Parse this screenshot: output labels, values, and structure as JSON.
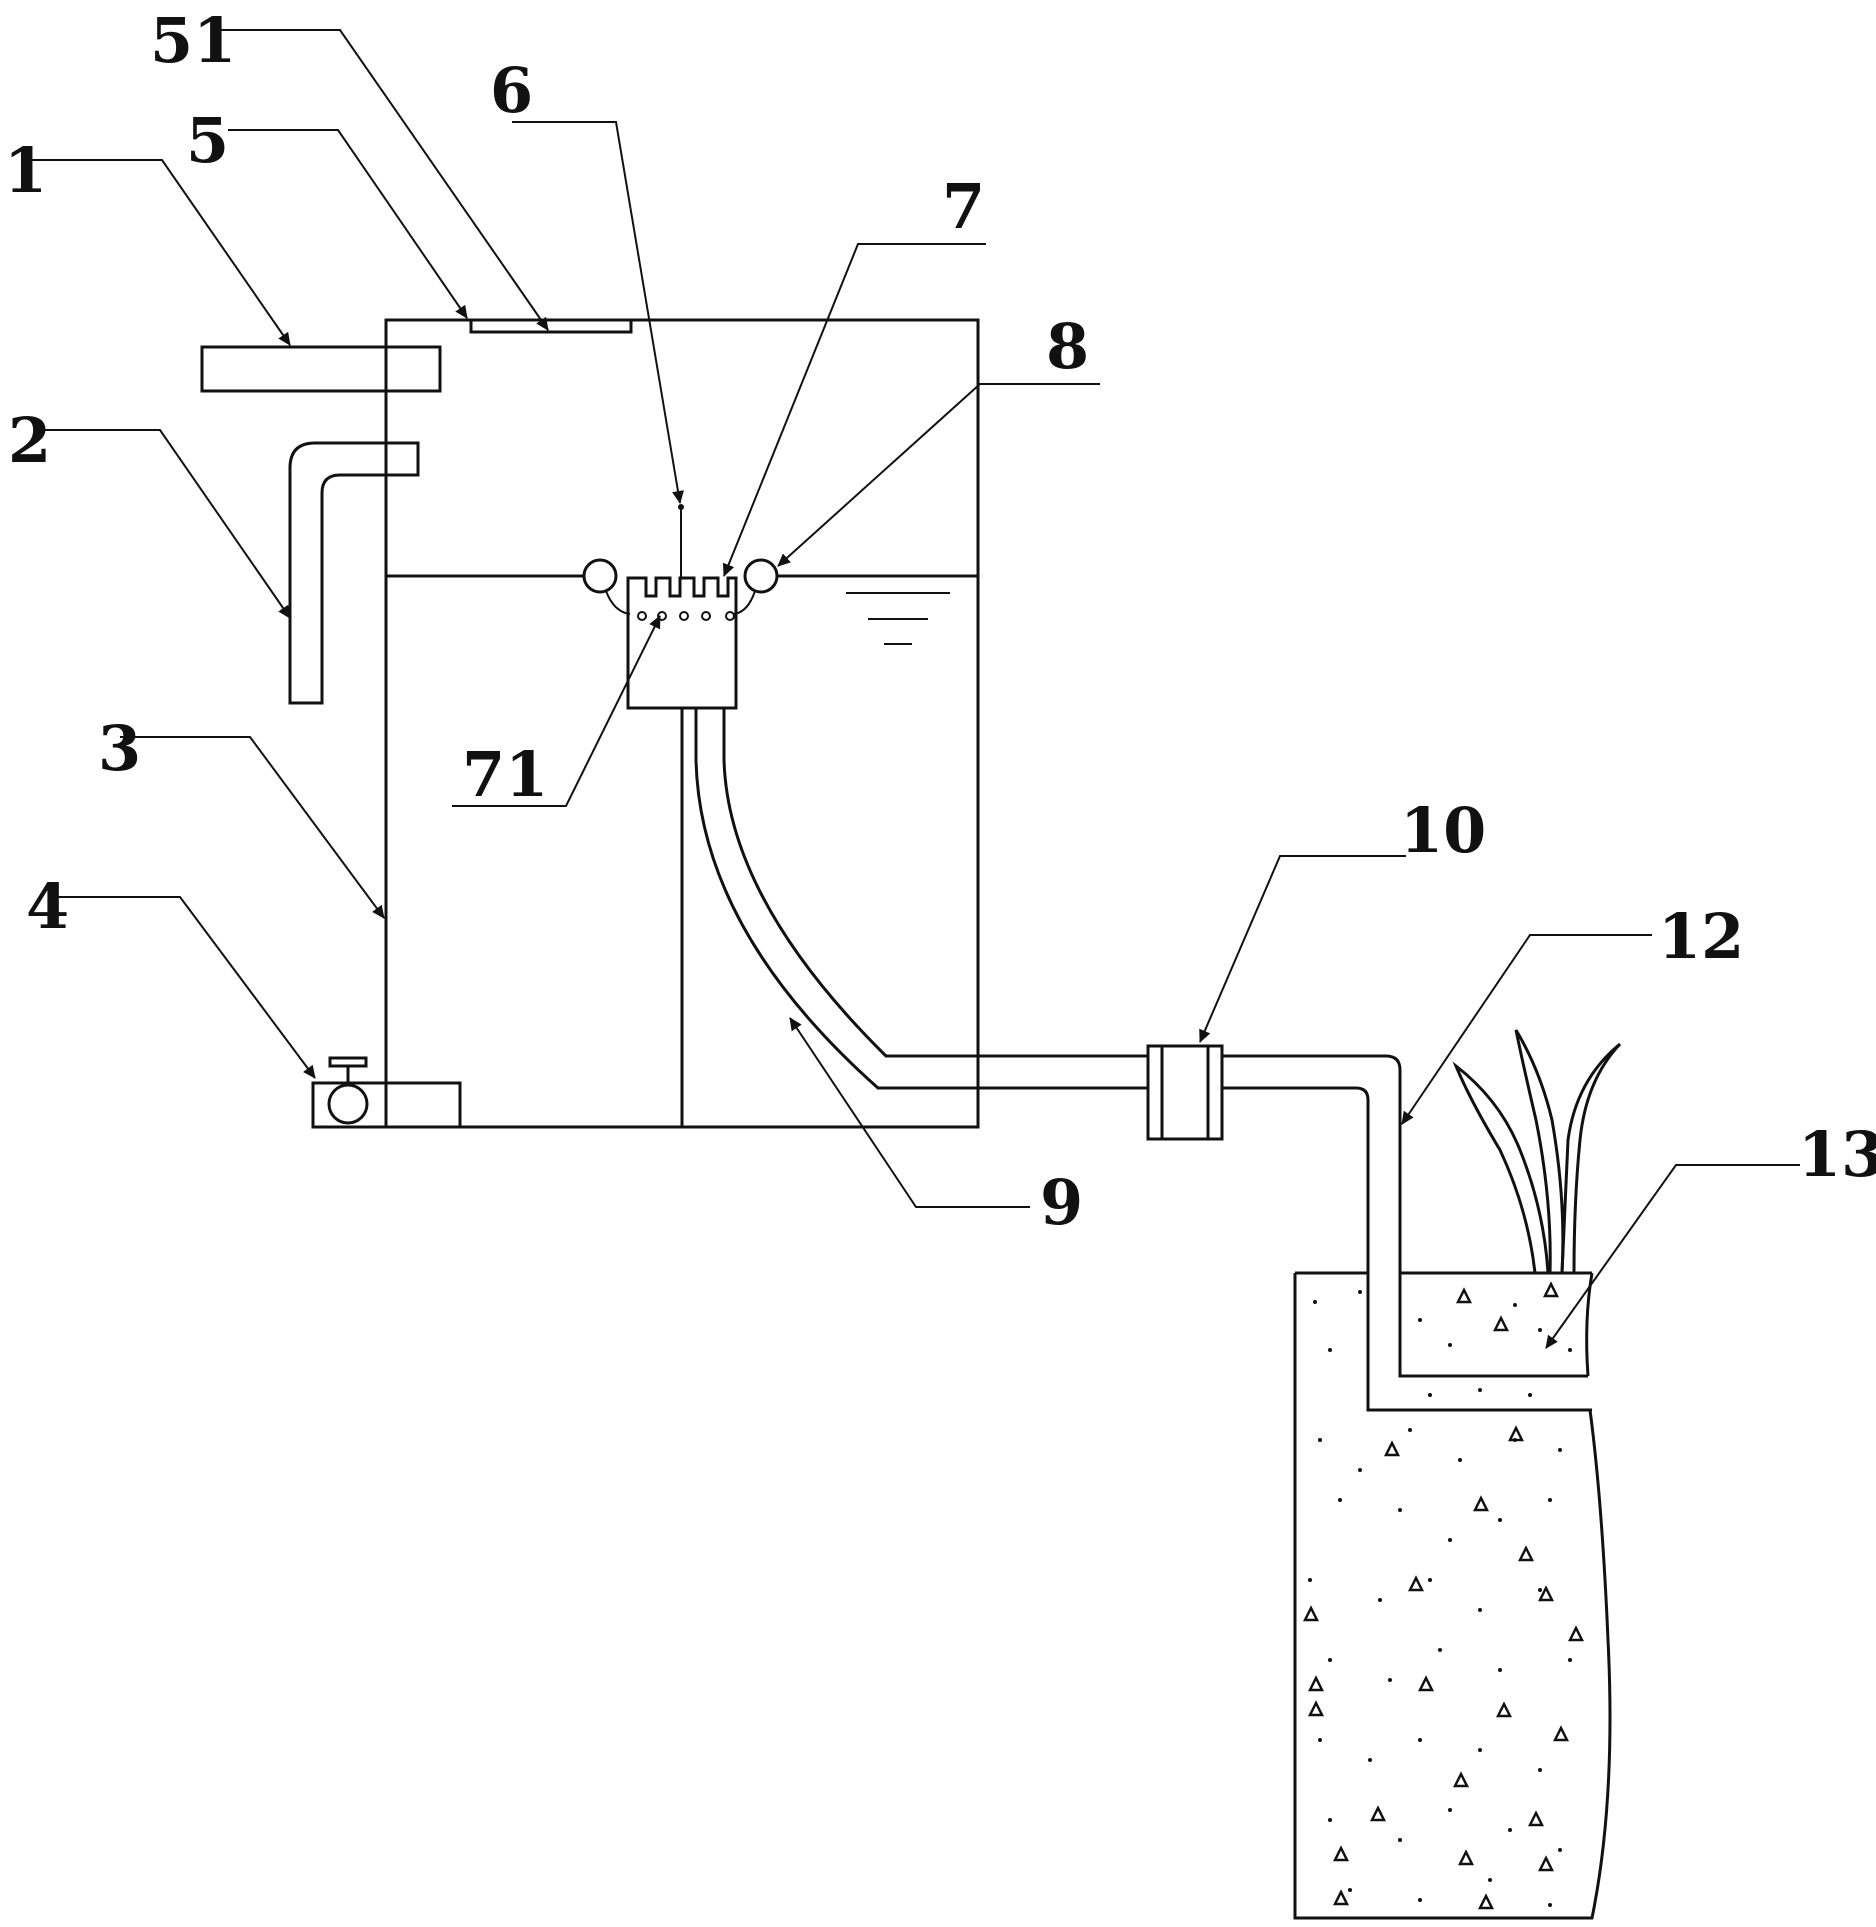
{
  "labels": {
    "l1": "1",
    "l2": "2",
    "l3": "3",
    "l4": "4",
    "l5": "5",
    "l51": "51",
    "l6": "6",
    "l7": "7",
    "l71": "71",
    "l8": "8",
    "l9": "9",
    "l10": "10",
    "l12": "12",
    "l13": "13"
  }
}
